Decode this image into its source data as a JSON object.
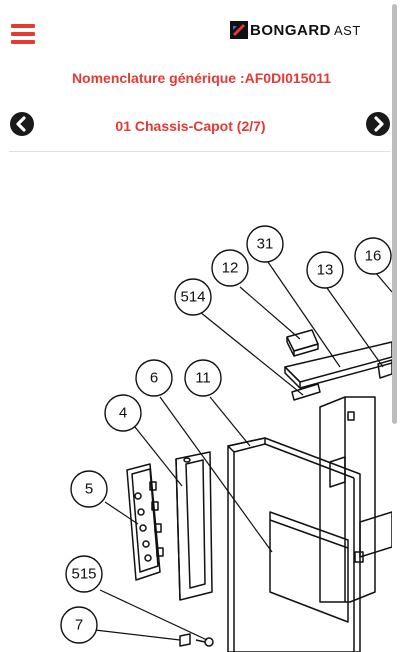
{
  "header": {
    "menu_icon": "hamburger-menu-icon",
    "logo": {
      "brand": "BONGARD",
      "suffix": "AST"
    }
  },
  "nomenclature": {
    "title": "Nomenclature générique :AF0DI015011"
  },
  "nav": {
    "section_title": "01 Chassis-Capot (2/7)",
    "prev_icon": "chevron-left-icon",
    "next_icon": "chevron-right-icon"
  },
  "diagram": {
    "callouts": [
      "31",
      "12",
      "13",
      "16",
      "514",
      "6",
      "11",
      "4",
      "5",
      "515",
      "7"
    ]
  },
  "colors": {
    "accent": "#e53935",
    "dark": "#1a1a1a"
  }
}
